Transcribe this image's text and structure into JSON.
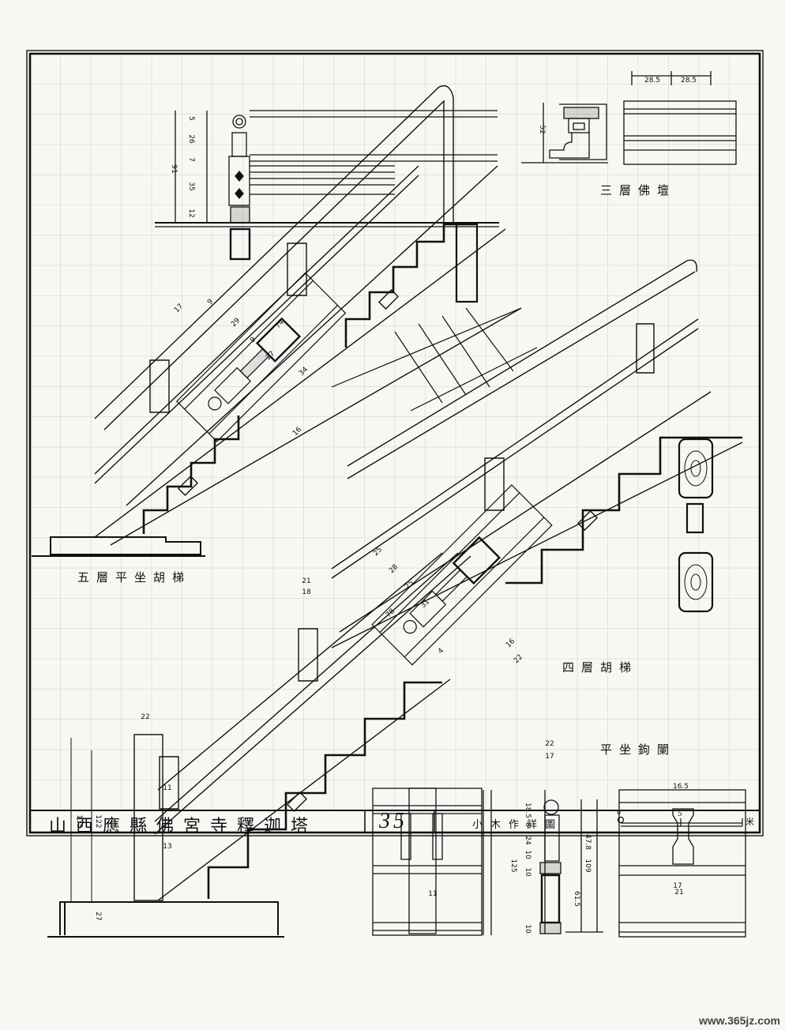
{
  "sheet": {
    "title": "山西應縣佛宮寺釋迦塔",
    "plate_number": "35",
    "subtitle": "小木作詳圖",
    "scale": {
      "zero": "0",
      "mid": "5",
      "unit": "米"
    },
    "watermark": "www.365jz.com"
  },
  "views": {
    "top_right": "三層佛壇",
    "left_stair": "五層平坐胡梯",
    "right_stair": "四層胡梯",
    "bottom_right": "平坐鉤闌"
  },
  "dimensions": {
    "top_left_rail": [
      "5",
      "26",
      "7",
      "35",
      "12",
      "91"
    ],
    "top_right_altar": [
      "52",
      "28.5",
      "28.5"
    ],
    "left_stair_post": [
      "17",
      "9",
      "29",
      "9",
      "27",
      "74",
      "34",
      "16"
    ],
    "right_stair_post": [
      "25",
      "28",
      "25",
      "31",
      "78",
      "4",
      "16",
      "22"
    ],
    "bottom_left": [
      "21",
      "18",
      "22",
      "11",
      "13",
      "135",
      "122",
      "27"
    ],
    "bottom_right_balustrade": [
      "22",
      "17",
      "18.5",
      "8",
      "24",
      "10",
      "125",
      "10",
      "47.8",
      "109",
      "61.5",
      "10",
      "11",
      "16.5",
      "17",
      "21"
    ]
  },
  "colors": {
    "paper": "#f7f7f4",
    "ink": "#111111",
    "grid": "#c9ccc8"
  }
}
